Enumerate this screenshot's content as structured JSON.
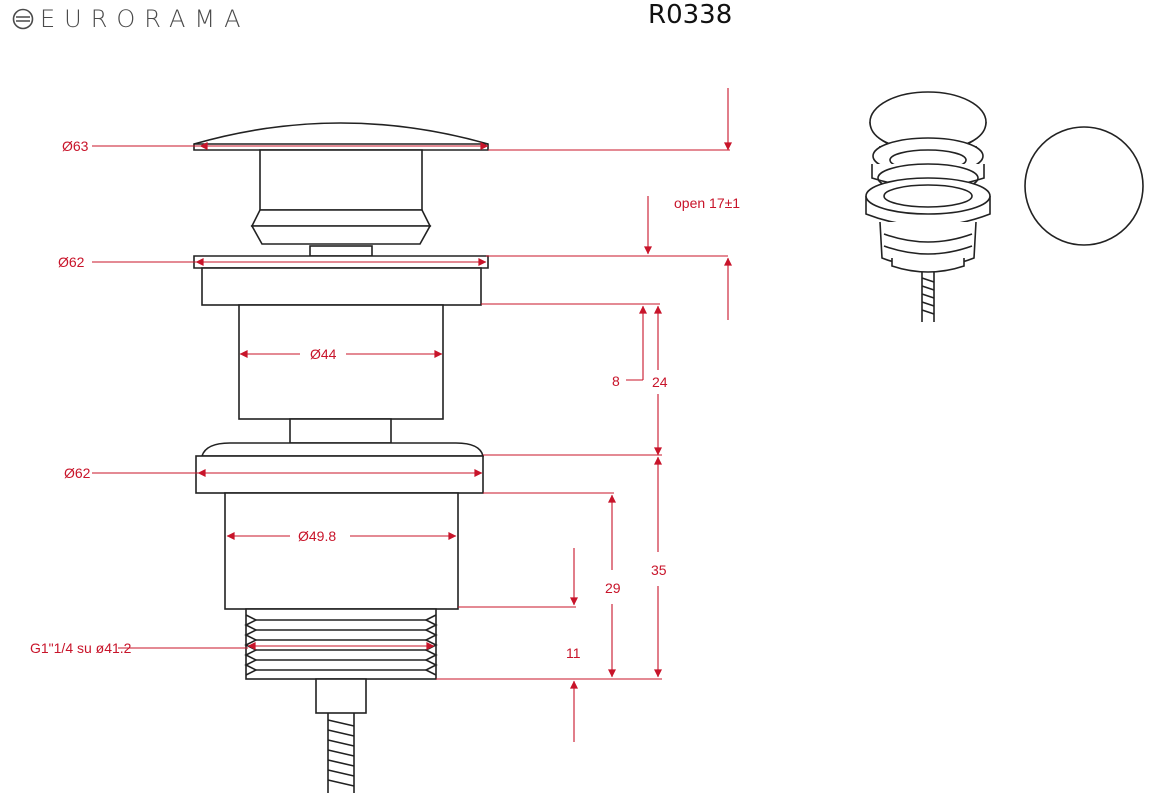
{
  "header": {
    "brand": "EURORAMA",
    "code": "R0338"
  },
  "labels": {
    "d63": "Ø63",
    "d62_top": "Ø62",
    "d44": "Ø44",
    "d62_bottom": "Ø62",
    "d49_8": "Ø49.8",
    "thread": "G1\"1/4 su ø41.2",
    "open": "open 17±1",
    "dim8": "8",
    "dim24": "24",
    "dim29": "29",
    "dim35": "35",
    "dim11": "11"
  },
  "colors": {
    "dimension": "#c8142a",
    "outline": "#222222"
  }
}
